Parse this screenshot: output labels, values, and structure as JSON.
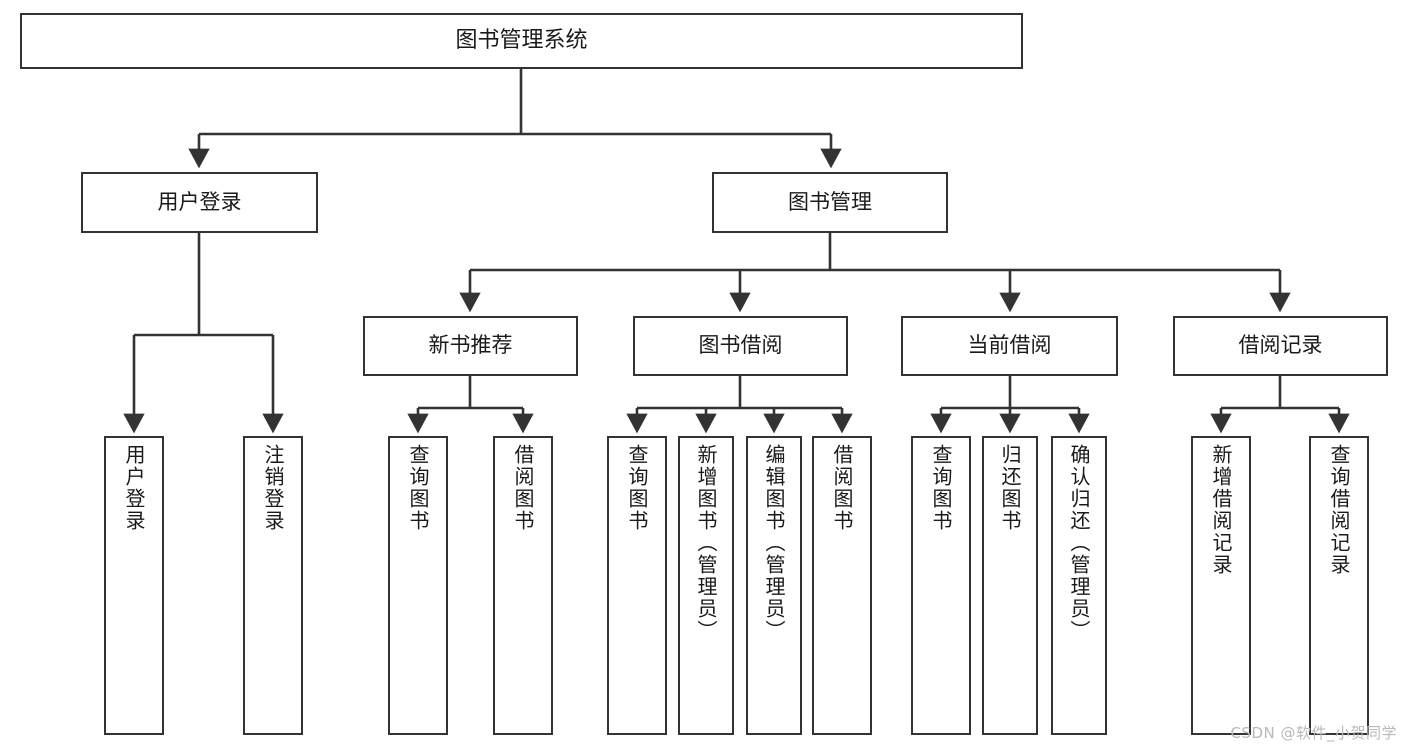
{
  "diagram": {
    "title": "图书管理系统",
    "type": "tree-hierarchy-chart",
    "colors": {
      "box_border": "#333333",
      "box_fill": "#ffffff",
      "connector": "#333333",
      "text": "#1a1a1a",
      "watermark": "#b9b9b9",
      "background": "#ffffff"
    },
    "watermark": "CSDN @软件_小贺同学",
    "nodes": {
      "root": {
        "label": "图书管理系统"
      },
      "level2": [
        {
          "label": "用户登录"
        },
        {
          "label": "图书管理"
        }
      ],
      "level3": [
        {
          "label": "新书推荐"
        },
        {
          "label": "图书借阅"
        },
        {
          "label": "当前借阅"
        },
        {
          "label": "借阅记录"
        }
      ],
      "leaves": {
        "user_login": [
          {
            "label": "用户登录"
          },
          {
            "label": "注销登录"
          }
        ],
        "new_book_recommend": [
          {
            "label": "查询图书"
          },
          {
            "label": "借阅图书"
          }
        ],
        "book_borrow": [
          {
            "label": "查询图书"
          },
          {
            "label": "新增图书（管理员）"
          },
          {
            "label": "编辑图书（管理员）"
          },
          {
            "label": "借阅图书"
          }
        ],
        "current_borrow": [
          {
            "label": "查询图书"
          },
          {
            "label": "归还图书"
          },
          {
            "label": "确认归还（管理员）"
          }
        ],
        "borrow_record": [
          {
            "label": "新增借阅记录"
          },
          {
            "label": "查询借阅记录"
          }
        ]
      }
    }
  }
}
